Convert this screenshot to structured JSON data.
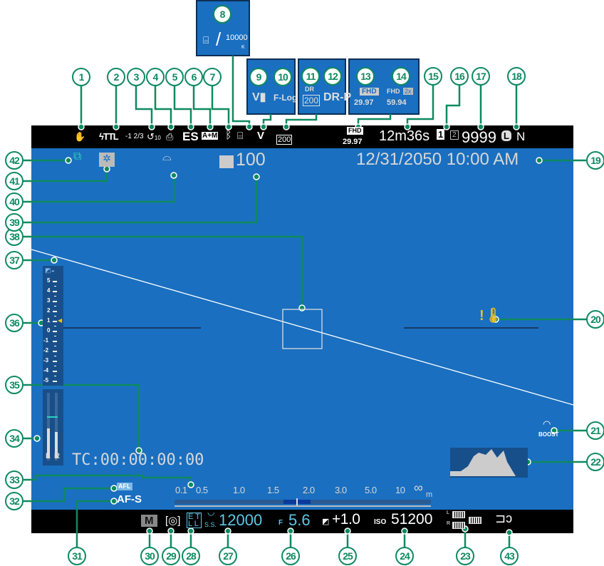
{
  "callouts": [
    "1",
    "2",
    "3",
    "4",
    "5",
    "6",
    "7",
    "8",
    "9",
    "10",
    "11",
    "12",
    "13",
    "14",
    "15",
    "16",
    "17",
    "18",
    "19",
    "20",
    "21",
    "22",
    "23",
    "24",
    "25",
    "26",
    "27",
    "28",
    "29",
    "30",
    "31",
    "32",
    "33",
    "34",
    "35",
    "36",
    "37",
    "38",
    "39",
    "40",
    "41",
    "42",
    "43"
  ],
  "popups": {
    "wb_kelvin": "10000",
    "wb_k": "K",
    "f_log": "F-Log",
    "dr_label": "DR",
    "dr_value": "200",
    "dr_p": "DR-P",
    "fhd": "FHD",
    "fps": "29.97",
    "fhd_hs": "FHD",
    "hs_mult": "2x",
    "hs_fps": "59.94"
  },
  "top": {
    "flash": "TTL",
    "flash_comp": "-1 2/3",
    "timer": "10",
    "shutter_type": "ES",
    "af_mode": "A+M",
    "film_sim": "V",
    "dr": "200",
    "fhd": "FHD",
    "fps": "29.97",
    "rec_time": "12m36s",
    "slot1": "1",
    "slot2": "2",
    "frames": "9999",
    "size": "L",
    "quality": "N"
  },
  "datetime": "12/31/2050 10:00 AM",
  "frames_counter": "100",
  "exposure_scale": [
    "5",
    "4",
    "3",
    "2",
    "1",
    "0",
    "-1",
    "-2",
    "-3",
    "-4",
    "-5"
  ],
  "audio": {
    "l": "L",
    "r": "R"
  },
  "timecode": "TC:00:00:00:00",
  "focus_lock": "AFL",
  "focus_mode": "AF-S",
  "distance": {
    "labels": [
      "0.1",
      "0.5",
      "1.0",
      "1.5",
      "2.0",
      "3.0",
      "5.0",
      "10",
      "∞"
    ],
    "unit": "m"
  },
  "boost": "BOOST",
  "bottom": {
    "mode": "M",
    "ss_label": "S.S.",
    "shutter": "12000",
    "f_label": "F",
    "aperture": "5.6",
    "exp_comp": "+1.0",
    "iso_label": "ISO",
    "iso": "51200",
    "bat_l": "L",
    "bat_r": "R"
  },
  "colors": {
    "screen": "#1a6fc0",
    "callout": "#0e8a5f",
    "text_cyan": "#5cc8e8"
  }
}
